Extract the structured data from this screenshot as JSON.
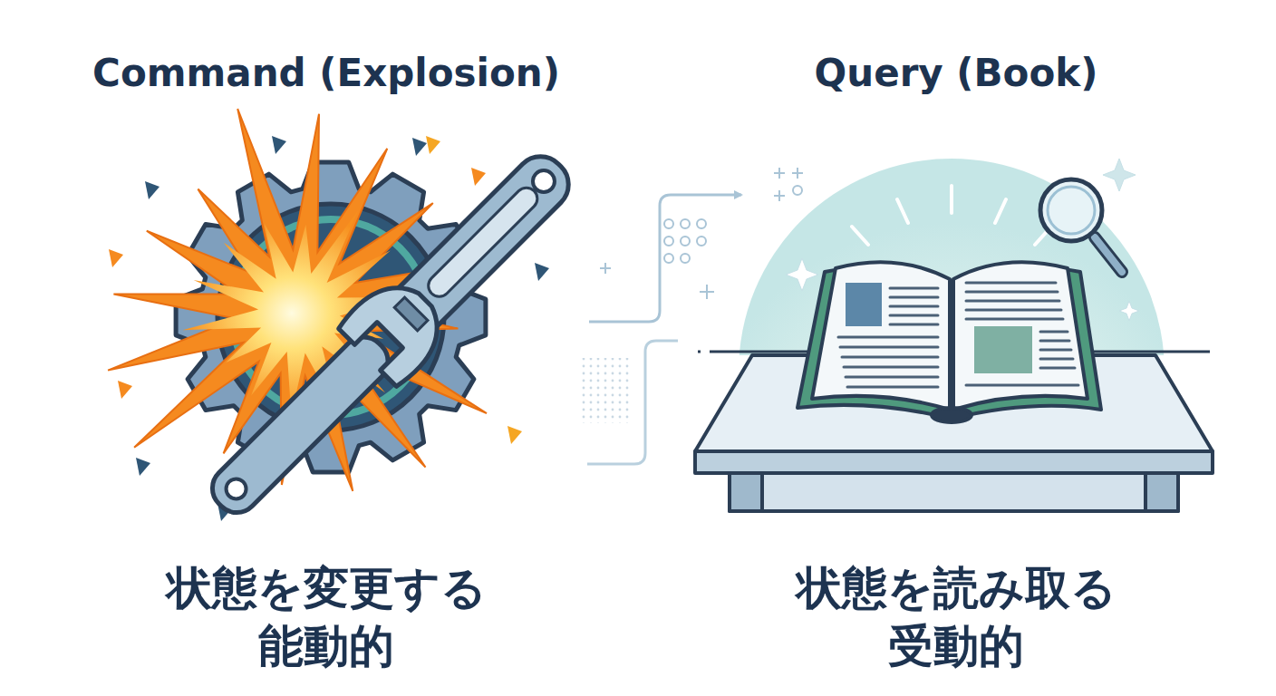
{
  "diagram": {
    "nodes": [
      {
        "text": [
          "Command (Explosion)",
          "状態を変更する 能動的"
        ]
      },
      {
        "text": [
          "Query (Book)",
          "状態を読み取る 受動的"
        ]
      }
    ],
    "edges": [
      {
        "from": 0,
        "to": 1,
        "arrow": "to"
      }
    ]
  }
}
